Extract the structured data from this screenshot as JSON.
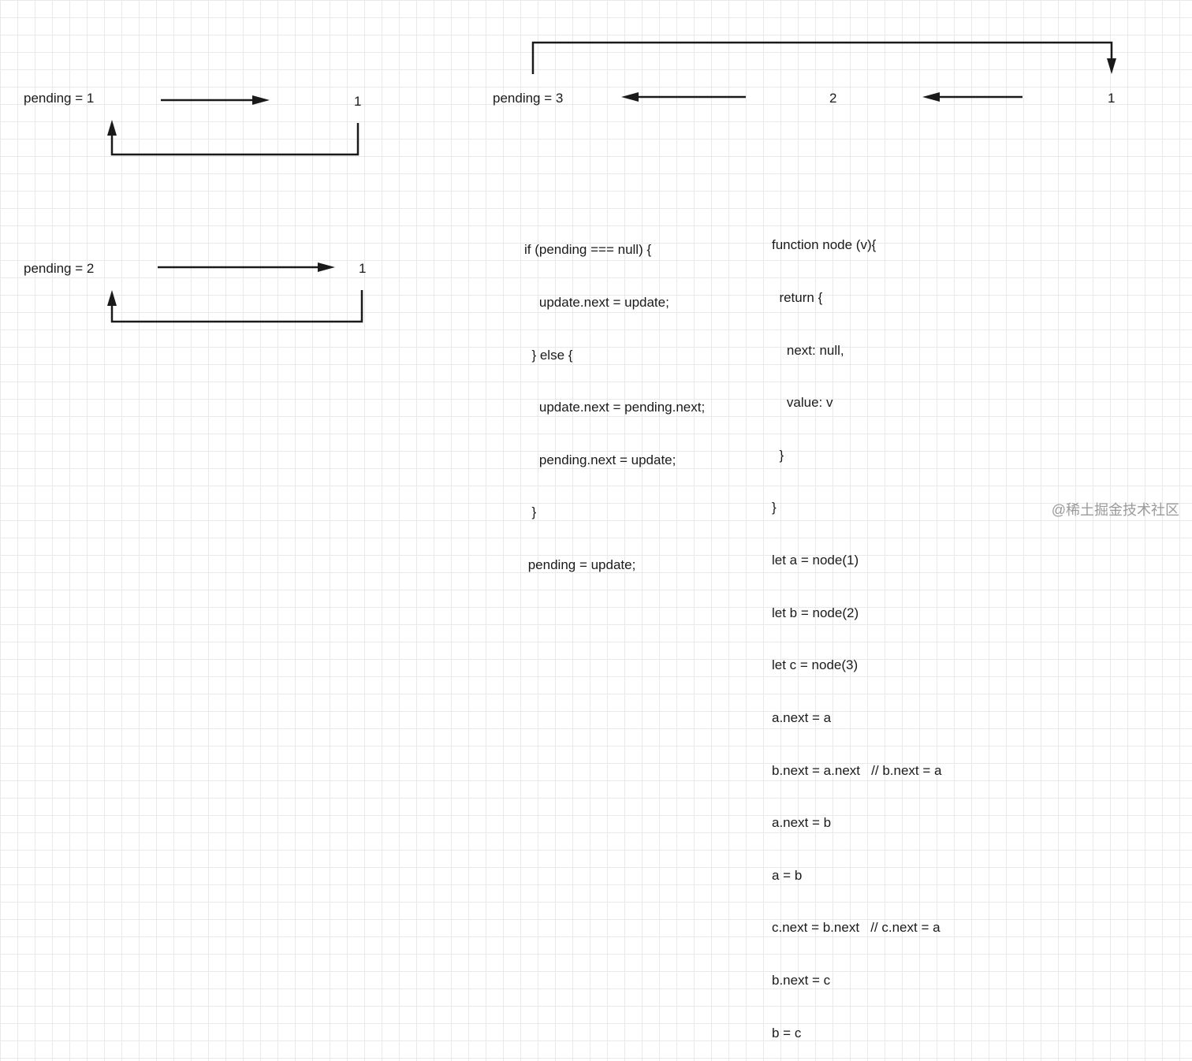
{
  "diagram1": {
    "pending_label": "pending = 1",
    "node_label": "1"
  },
  "diagram2": {
    "pending_label": "pending = 2",
    "node_label": "1"
  },
  "diagram3": {
    "pending_label": "pending = 3",
    "node_mid_label": "2",
    "node_right_label": "1"
  },
  "code_left": {
    "lines": [
      "if (pending === null) {",
      "    update.next = update;",
      "  } else {",
      "    update.next = pending.next;",
      "    pending.next = update;",
      "  }",
      " pending = update;"
    ]
  },
  "code_right": {
    "lines": [
      "function node (v){",
      "  return {",
      "    next: null,",
      "    value: v",
      "  }",
      "}",
      "let a = node(1)",
      "let b = node(2)",
      "let c = node(3)",
      "a.next = a",
      "b.next = a.next   // b.next = a",
      "a.next = b",
      "a = b",
      "c.next = b.next   // c.next = a",
      "b.next = c",
      "b = c"
    ]
  },
  "watermark": "@稀土掘金技术社区",
  "colors": {
    "line": "#1a1a1a",
    "grid": "#e9e9e9",
    "watermark": "#9a9a9a"
  }
}
